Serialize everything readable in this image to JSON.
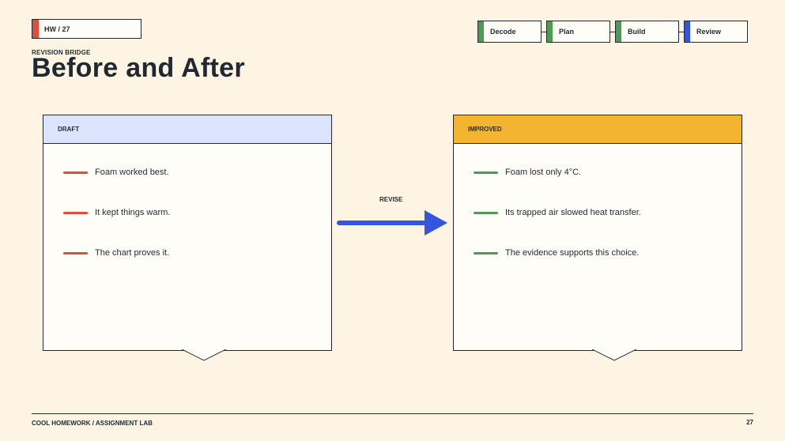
{
  "header": {
    "tag": "HW / 27",
    "tag_color": "#e04e3a",
    "kicker": "REVISION BRIDGE",
    "title": "Before and After"
  },
  "steps": [
    {
      "label": "Decode",
      "color": "#4c9a53"
    },
    {
      "label": "Plan",
      "color": "#4c9a53"
    },
    {
      "label": "Build",
      "color": "#4c9a53"
    },
    {
      "label": "Review",
      "color": "#3355e0"
    }
  ],
  "draft": {
    "title": "DRAFT",
    "header_color": "#dbe4fc",
    "marker_color": "#e04e3a",
    "items": [
      "Foam worked best.",
      "It kept things warm.",
      "The chart proves it."
    ]
  },
  "revise": {
    "label": "REVISE",
    "arrow_color": "#3355e0",
    "icon": "right-arrow-icon"
  },
  "improved": {
    "title": "IMPROVED",
    "header_color": "#f2b431",
    "marker_color": "#4c9a53",
    "items": [
      "Foam lost only 4°C.",
      "Its trapped air slowed heat transfer.",
      "The evidence supports this choice."
    ]
  },
  "footer": {
    "left": "COOL HOMEWORK / ASSIGNMENT LAB",
    "page_number": "27"
  }
}
